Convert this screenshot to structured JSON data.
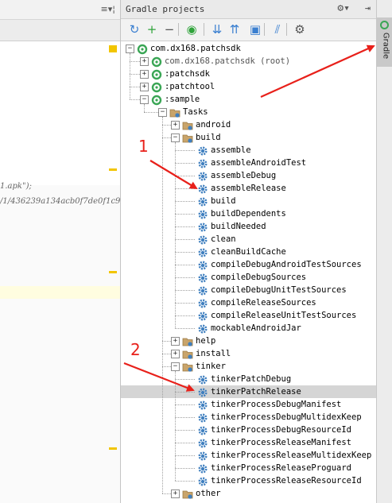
{
  "editor": {
    "dropdown_control": "≡▾¦",
    "code_lines": [
      "1.apk\");",
      "/1/436239a134acb0f7de0f1c9"
    ]
  },
  "gradle_panel": {
    "title": "Gradle projects",
    "settings_icon": "gear-icon",
    "hide_icon": "pin-icon",
    "toolbar": [
      {
        "name": "refresh-all-button",
        "icon": "↻",
        "color": "#3a7fd0"
      },
      {
        "name": "add-project-button",
        "icon": "+",
        "color": "#2fa33a"
      },
      {
        "name": "remove-project-button",
        "icon": "−",
        "color": "#555555"
      },
      {
        "name": "execute-task-button",
        "icon": "◉",
        "color": "#2fa33a"
      },
      {
        "name": "expand-all-button",
        "icon": "⇊",
        "color": "#3a7fd0"
      },
      {
        "name": "collapse-all-button",
        "icon": "⇈",
        "color": "#3a7fd0"
      },
      {
        "name": "attach-project-button",
        "icon": "▣",
        "color": "#3a7fd0"
      },
      {
        "name": "toggle-offline-button",
        "icon": "⫽",
        "color": "#3a7fd0"
      },
      {
        "name": "gradle-settings-button",
        "icon": "⚙",
        "color": "#555555"
      }
    ]
  },
  "tree": {
    "rows": [
      {
        "label": "com.dx168.patchsdk",
        "level": 0,
        "toggle": "-",
        "icon": "gradle"
      },
      {
        "label": "com.dx168.patchsdk (root)",
        "level": 1,
        "toggle": "+",
        "icon": "gradle",
        "dim": true
      },
      {
        "label": ":patchsdk",
        "level": 1,
        "toggle": "+",
        "icon": "gradle"
      },
      {
        "label": ":patchtool",
        "level": 1,
        "toggle": "+",
        "icon": "gradle"
      },
      {
        "label": ":sample",
        "level": 1,
        "toggle": "-",
        "icon": "gradle"
      },
      {
        "label": "Tasks",
        "level": 2,
        "toggle": "-",
        "icon": "folder"
      },
      {
        "label": "android",
        "level": 3,
        "toggle": "+",
        "icon": "folder"
      },
      {
        "label": "build",
        "level": 3,
        "toggle": "-",
        "icon": "folder"
      },
      {
        "label": "assemble",
        "level": 4,
        "icon": "task"
      },
      {
        "label": "assembleAndroidTest",
        "level": 4,
        "icon": "task"
      },
      {
        "label": "assembleDebug",
        "level": 4,
        "icon": "task"
      },
      {
        "label": "assembleRelease",
        "level": 4,
        "icon": "task"
      },
      {
        "label": "build",
        "level": 4,
        "icon": "task"
      },
      {
        "label": "buildDependents",
        "level": 4,
        "icon": "task"
      },
      {
        "label": "buildNeeded",
        "level": 4,
        "icon": "task"
      },
      {
        "label": "clean",
        "level": 4,
        "icon": "task"
      },
      {
        "label": "cleanBuildCache",
        "level": 4,
        "icon": "task"
      },
      {
        "label": "compileDebugAndroidTestSources",
        "level": 4,
        "icon": "task"
      },
      {
        "label": "compileDebugSources",
        "level": 4,
        "icon": "task"
      },
      {
        "label": "compileDebugUnitTestSources",
        "level": 4,
        "icon": "task"
      },
      {
        "label": "compileReleaseSources",
        "level": 4,
        "icon": "task"
      },
      {
        "label": "compileReleaseUnitTestSources",
        "level": 4,
        "icon": "task"
      },
      {
        "label": "mockableAndroidJar",
        "level": 4,
        "icon": "task"
      },
      {
        "label": "help",
        "level": 3,
        "toggle": "+",
        "icon": "folder"
      },
      {
        "label": "install",
        "level": 3,
        "toggle": "+",
        "icon": "folder"
      },
      {
        "label": "tinker",
        "level": 3,
        "toggle": "-",
        "icon": "folder"
      },
      {
        "label": "tinkerPatchDebug",
        "level": 4,
        "icon": "task"
      },
      {
        "label": "tinkerPatchRelease",
        "level": 4,
        "icon": "task",
        "selected": true
      },
      {
        "label": "tinkerProcessDebugManifest",
        "level": 4,
        "icon": "task"
      },
      {
        "label": "tinkerProcessDebugMultidexKeep",
        "level": 4,
        "icon": "task"
      },
      {
        "label": "tinkerProcessDebugResourceId",
        "level": 4,
        "icon": "task"
      },
      {
        "label": "tinkerProcessReleaseManifest",
        "level": 4,
        "icon": "task"
      },
      {
        "label": "tinkerProcessReleaseMultidexKeep",
        "level": 4,
        "icon": "task"
      },
      {
        "label": "tinkerProcessReleaseProguard",
        "level": 4,
        "icon": "task"
      },
      {
        "label": "tinkerProcessReleaseResourceId",
        "level": 4,
        "icon": "task"
      },
      {
        "label": "other",
        "level": 3,
        "toggle": "+",
        "icon": "folder"
      }
    ]
  },
  "side_strip": {
    "tab_label": "Gradle"
  },
  "annotations": {
    "labels": [
      "1",
      "2"
    ],
    "color": "#e8201a"
  },
  "colors": {
    "gradle_green": "#3aa655",
    "task_blue": "#3f7fbf",
    "folder_tan": "#c9a46a",
    "selection": "#d5d5d5"
  }
}
